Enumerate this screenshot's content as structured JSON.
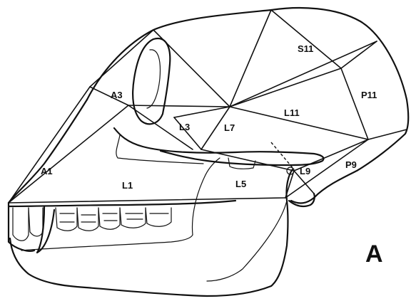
{
  "panel_label": "A",
  "regions": {
    "s11": "S11",
    "p11": "P11",
    "l11": "L11",
    "a3": "A3",
    "l3": "L3",
    "l7": "L7",
    "a1": "A1",
    "l1": "L1",
    "l5": "L5",
    "l9": "L9",
    "p9": "P9"
  }
}
